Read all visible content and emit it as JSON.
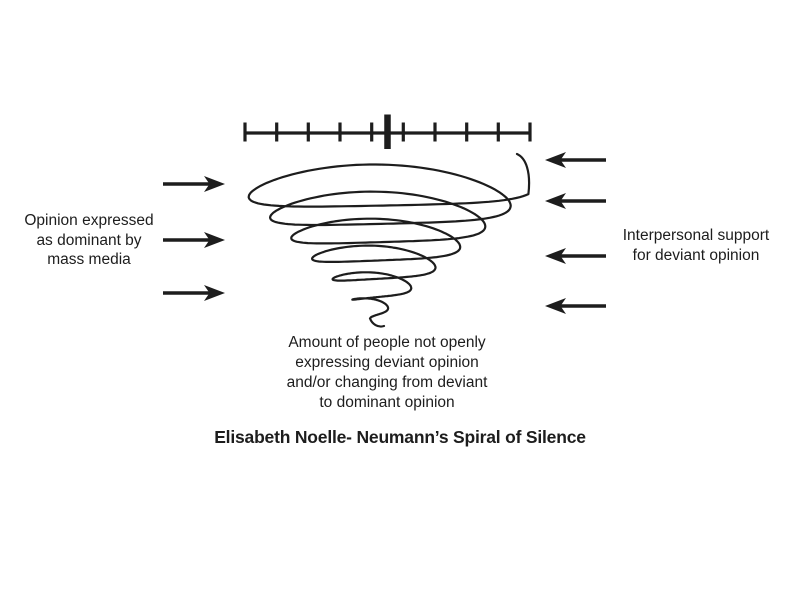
{
  "title": "Elisabeth Noelle- Neumann’s Spiral of Silence",
  "labels": {
    "media": {
      "lines": [
        "Opinion expressed",
        "as dominant by",
        "mass media"
      ]
    },
    "support": {
      "lines": [
        "Interpersonal support",
        "for deviant opinion"
      ]
    },
    "silence": {
      "lines": [
        "Amount of people not openly",
        "expressing deviant opinion",
        "and/or changing from deviant",
        "to dominant opinion"
      ]
    }
  },
  "graphics": {
    "scale": {
      "tick_count": 10,
      "has_bold_center_marker": true
    },
    "spiral": {
      "turns": 6.35,
      "shape": "downward conical spiral"
    },
    "left_arrows": {
      "count": 3,
      "direction": "right"
    },
    "right_arrows": {
      "count": 4,
      "direction": "left"
    }
  },
  "icons": [
    "right-arrow-icon",
    "left-arrow-icon",
    "scale-ruler-icon",
    "scale-center-marker-icon",
    "spiral-icon"
  ],
  "colors": {
    "ink": "#1d1d1d",
    "background": "#ffffff"
  }
}
